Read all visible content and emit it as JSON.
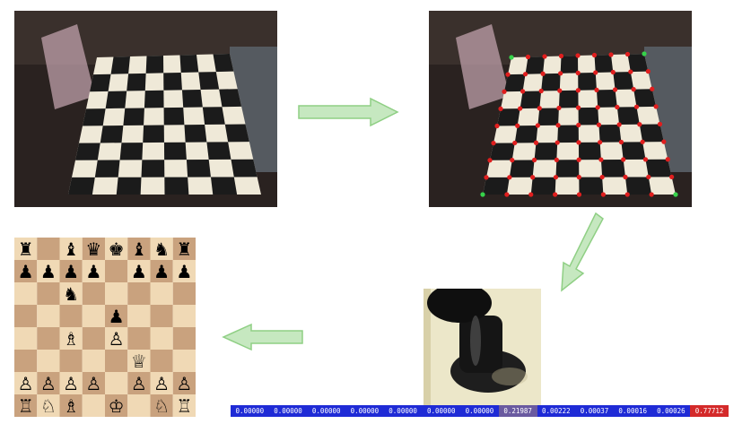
{
  "probabilities": [
    "0.00000",
    "0.00000",
    "0.00000",
    "0.00000",
    "0.00000",
    "0.00000",
    "0.00000",
    "0.21987",
    "0.00222",
    "0.00037",
    "0.00016",
    "0.00026",
    "0.77712"
  ],
  "board_position": [
    [
      "r",
      "",
      "b",
      "q",
      "k",
      "b",
      "n",
      "r"
    ],
    [
      "p",
      "p",
      "p",
      "p",
      "",
      "p",
      "p",
      "p"
    ],
    [
      "",
      "",
      "n",
      "",
      "",
      "",
      "",
      ""
    ],
    [
      "",
      "",
      "",
      "",
      "p",
      "",
      "",
      ""
    ],
    [
      "",
      "",
      "B",
      "",
      "P",
      "",
      "",
      ""
    ],
    [
      "",
      "",
      "",
      "",
      "",
      "Q",
      "",
      ""
    ],
    [
      "P",
      "P",
      "P",
      "P",
      "",
      "P",
      "P",
      "P"
    ],
    [
      "R",
      "N",
      "B",
      "",
      "K",
      "",
      "N",
      "R"
    ]
  ],
  "colors": {
    "arrow_fill": "#c6e8c0",
    "arrow_stroke": "#8fcf84",
    "light_square": "#f0d9b5",
    "dark_square": "#c9a27e",
    "corner_point": "#36d24a",
    "grid_point": "#e01e1e"
  }
}
